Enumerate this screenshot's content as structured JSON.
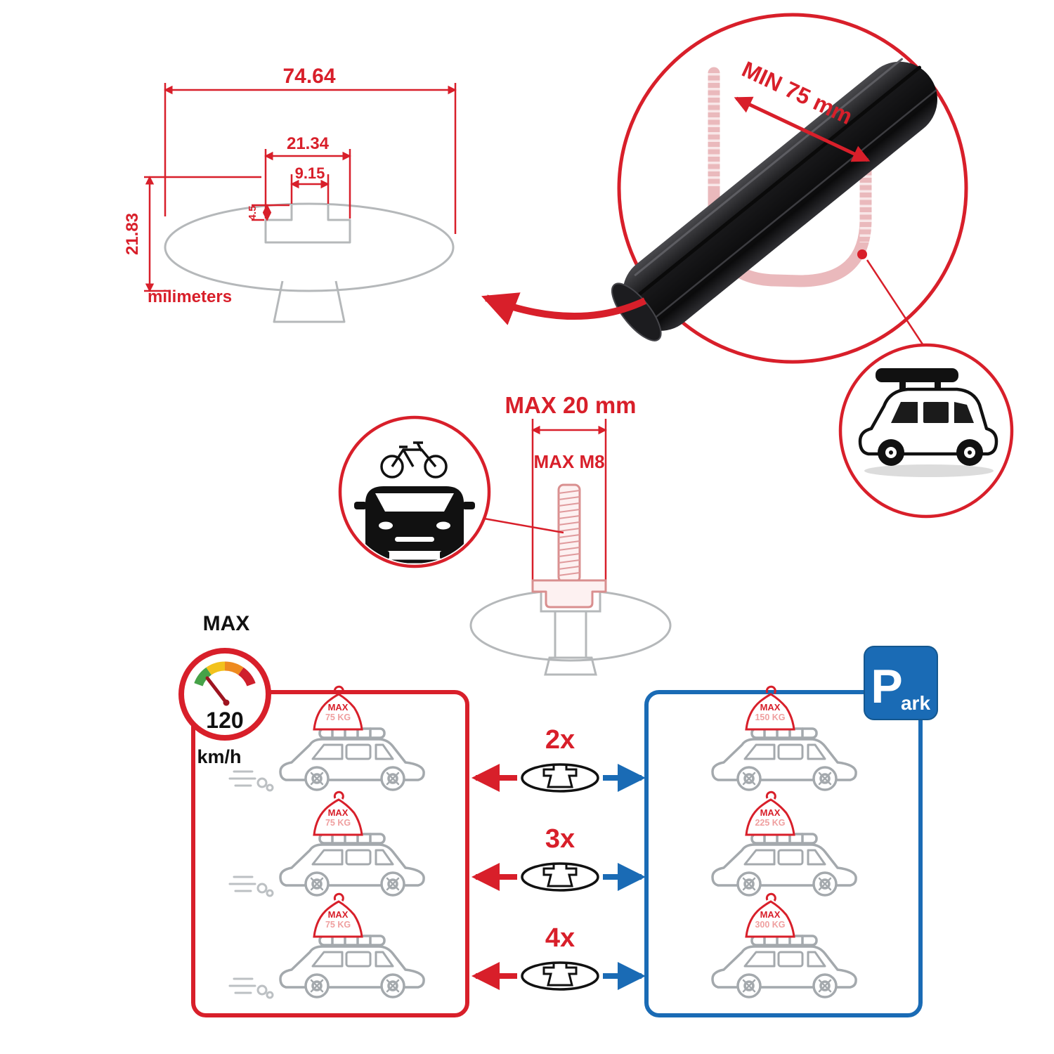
{
  "colors": {
    "accent_red": "#d81f2a",
    "accent_blue": "#1a6bb5",
    "outline_gray": "#a4a9ad",
    "pink": "#ef9f9f"
  },
  "cross_section": {
    "dim_total_width": "74.64",
    "dim_slot_outer": "21.34",
    "dim_slot_inner": "9.15",
    "dim_lip": "4.5",
    "dim_height": "21.83",
    "units": "milimeters"
  },
  "bar_detail": {
    "min_label": "MIN 75 mm"
  },
  "bolt_detail": {
    "max_width": "MAX 20 mm",
    "max_thread": "MAX M8"
  },
  "speed_limit": {
    "title": "MAX",
    "value": "120",
    "units": "km/h"
  },
  "load_moving": {
    "cars": [
      {
        "max": "MAX",
        "kg": "75 KG"
      },
      {
        "max": "MAX",
        "kg": "75 KG"
      },
      {
        "max": "MAX",
        "kg": "75 KG"
      }
    ]
  },
  "bar_counts": [
    {
      "qty": "2x"
    },
    {
      "qty": "3x"
    },
    {
      "qty": "4x"
    }
  ],
  "load_parked": {
    "sign_letter": "P",
    "sign_suffix": "ark",
    "cars": [
      {
        "max": "MAX",
        "kg": "150 KG"
      },
      {
        "max": "MAX",
        "kg": "225 KG"
      },
      {
        "max": "MAX",
        "kg": "300 KG"
      }
    ]
  }
}
